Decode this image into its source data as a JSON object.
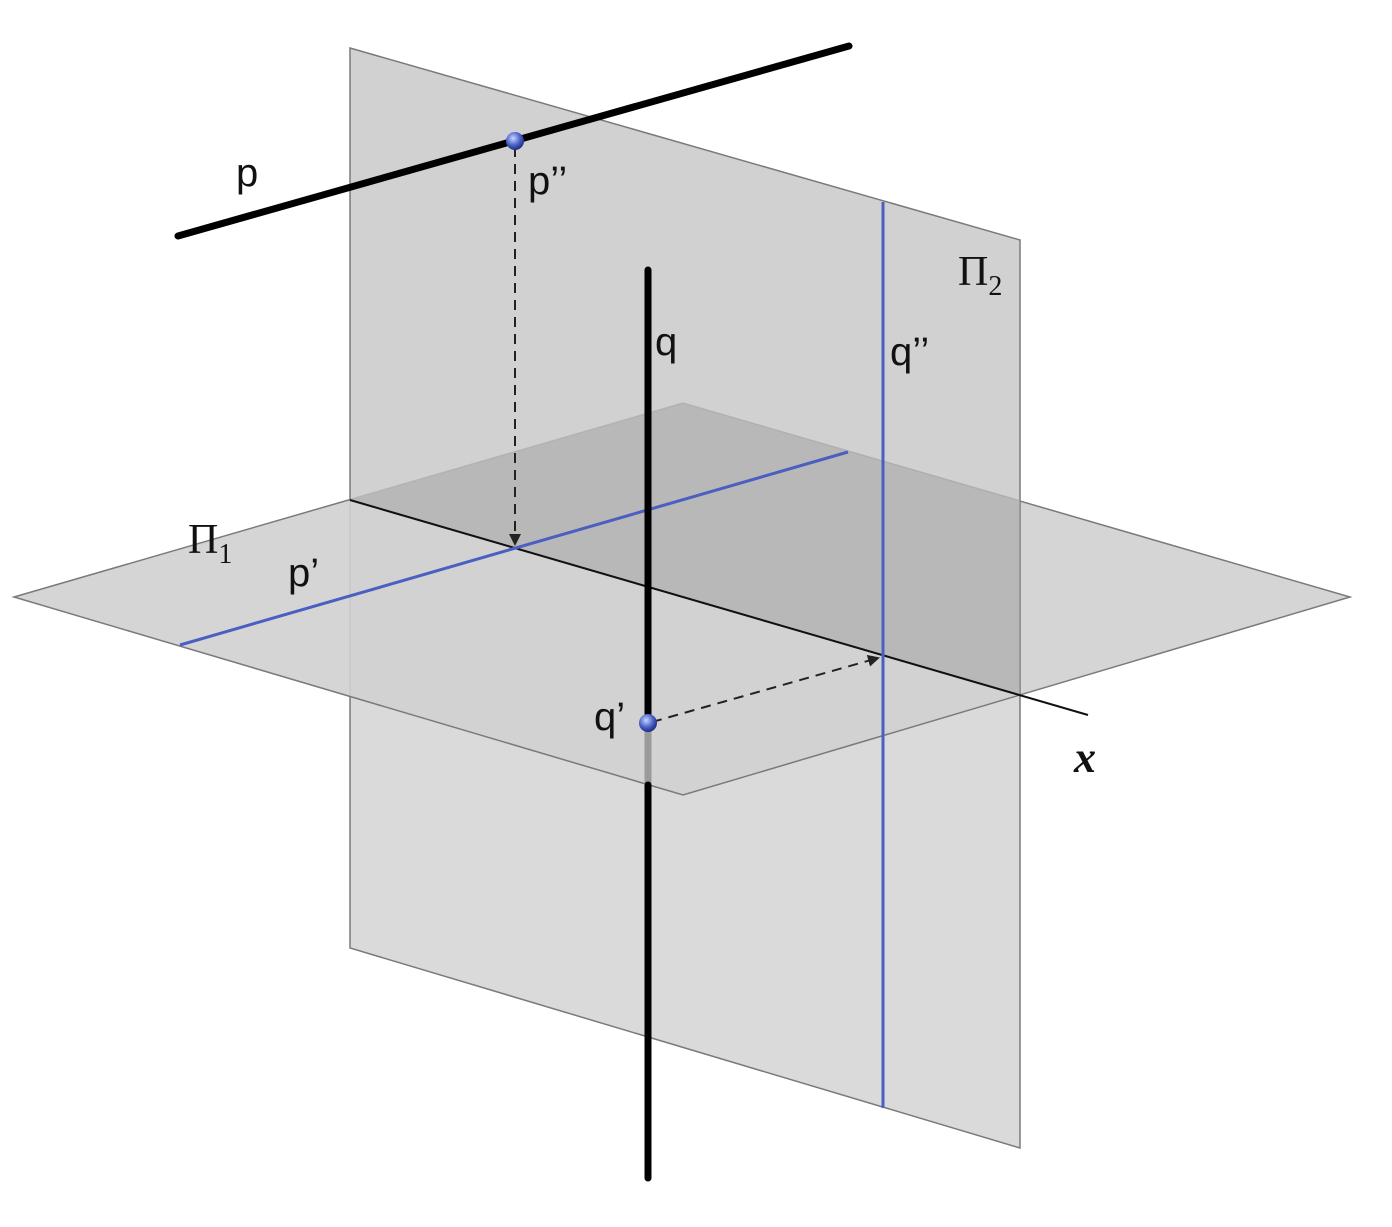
{
  "labels": {
    "line_p": "p",
    "proj_p2": "p’’",
    "proj_p1": "p’",
    "line_q": "q",
    "proj_q2": "q’’",
    "proj_q1": "q’",
    "plane_1_main": "Π",
    "plane_1_sub": "1",
    "plane_2_main": "Π",
    "plane_2_sub": "2",
    "axis_x": "x"
  },
  "colors": {
    "plane_fill": "#c9c9c9",
    "plane_overlap": "#a9a9a9",
    "plane_edge": "#7a7a7a",
    "line": "#000000",
    "projection": "#4a5fc1",
    "point": "#3a55b5"
  }
}
